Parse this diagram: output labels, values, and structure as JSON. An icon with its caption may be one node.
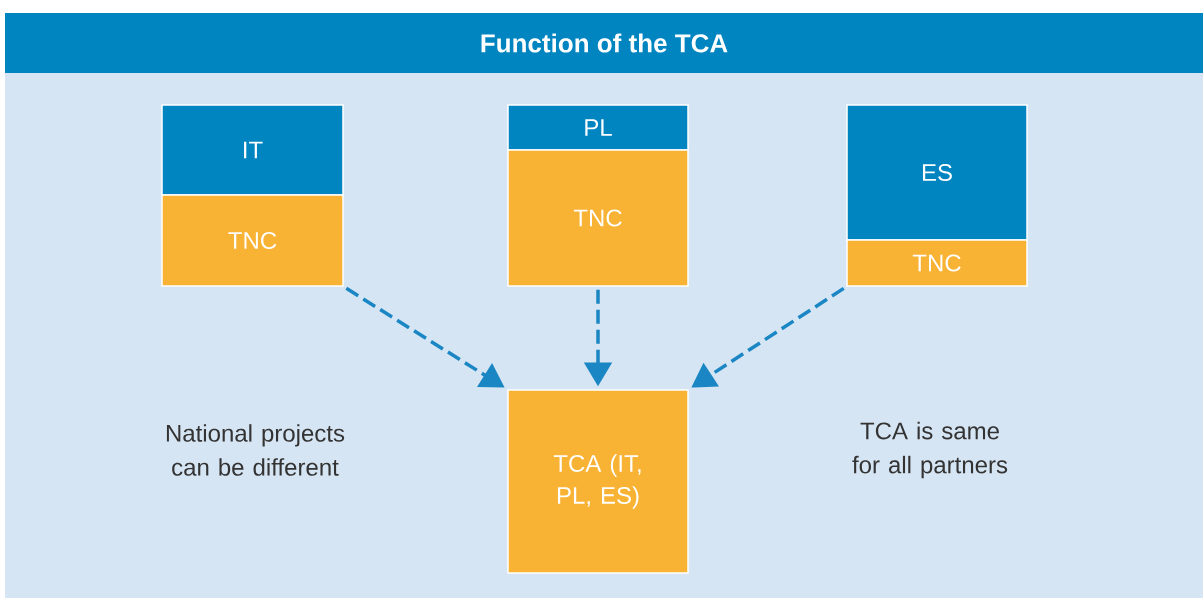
{
  "diagram": {
    "title": "Function of the TCA",
    "nodes": [
      {
        "text": [
          "IT"
        ]
      },
      {
        "text": [
          "TNC"
        ]
      },
      {
        "text": [
          "PL"
        ]
      },
      {
        "text": [
          "TNC"
        ]
      },
      {
        "text": [
          "ES"
        ]
      },
      {
        "text": [
          "TNC"
        ]
      },
      {
        "text": [
          "TCA (IT, PL, ES)"
        ]
      }
    ],
    "edges": [
      {
        "from": 1,
        "to": 6,
        "arrow": "to",
        "style": "dashed"
      },
      {
        "from": 3,
        "to": 6,
        "arrow": "to",
        "style": "dashed"
      },
      {
        "from": 5,
        "to": 6,
        "arrow": "to",
        "style": "dashed"
      }
    ],
    "labels": [
      "National projects can be different",
      "TCA is same for all partners"
    ]
  }
}
